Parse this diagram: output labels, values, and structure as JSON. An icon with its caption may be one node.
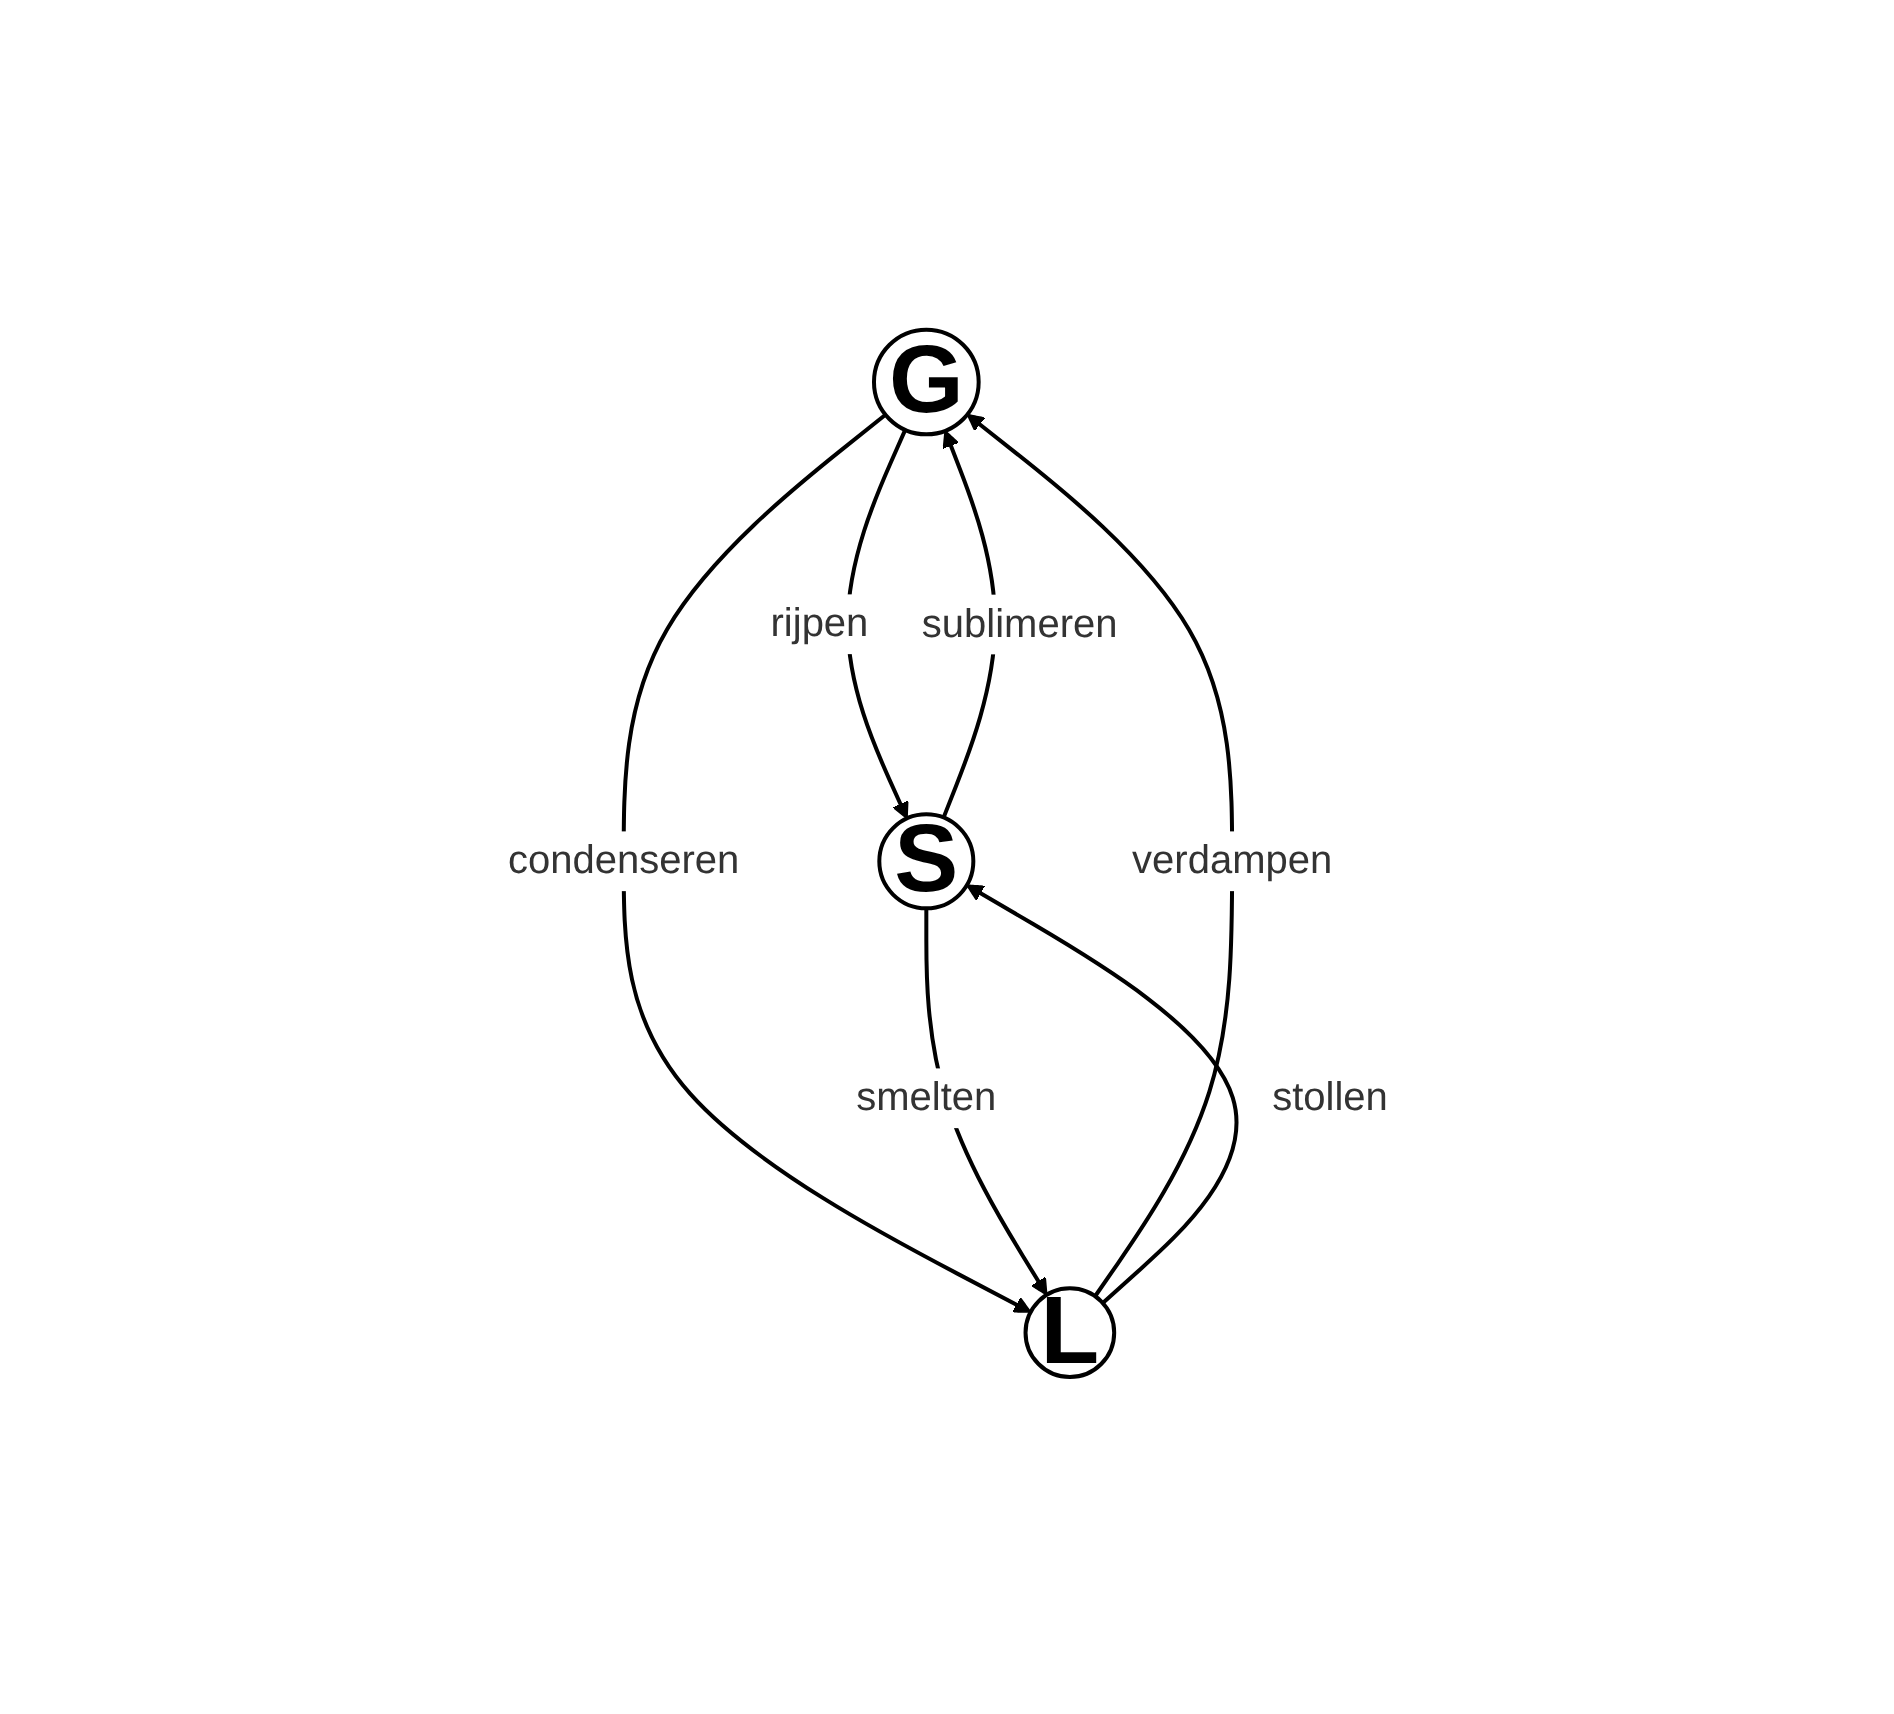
{
  "diagram": {
    "nodes": [
      {
        "text": [
          "G"
        ]
      },
      {
        "text": [
          "S"
        ]
      },
      {
        "text": [
          "L"
        ]
      }
    ],
    "edges": [
      {
        "from": 0,
        "to": 1,
        "arrow": "to",
        "label": "rijpen"
      },
      {
        "from": 1,
        "to": 0,
        "arrow": "to",
        "label": "sublimeren"
      },
      {
        "from": 0,
        "to": 2,
        "arrow": "to",
        "label": "condenseren"
      },
      {
        "from": 2,
        "to": 0,
        "arrow": "to",
        "label": "verdampen"
      },
      {
        "from": 2,
        "to": 1,
        "arrow": "to",
        "label": "stollen"
      },
      {
        "from": 1,
        "to": 2,
        "arrow": "to",
        "label": "smelten"
      }
    ]
  }
}
